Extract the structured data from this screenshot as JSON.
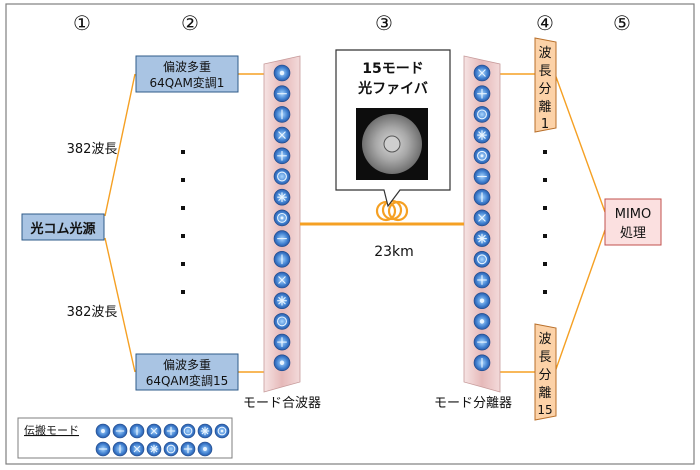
{
  "steps": [
    "①",
    "②",
    "③",
    "④",
    "⑤"
  ],
  "source": {
    "label": "光コム光源"
  },
  "wavelength_count_top": "382波長",
  "wavelength_count_bottom": "382波長",
  "modulators": [
    {
      "line1": "偏波多重",
      "line2": "64QAM変調1"
    },
    {
      "line1": "偏波多重",
      "line2": "64QAM変調15"
    }
  ],
  "mux_label": "モード合波器",
  "demux_label": "モード分離器",
  "fiber": {
    "callout_line1": "15モード",
    "callout_line2": "光ファイバ",
    "length": "23km"
  },
  "wavelength_demux": [
    {
      "chars": [
        "波",
        "長",
        "分",
        "離",
        "1"
      ]
    },
    {
      "chars": [
        "波",
        "長",
        "分",
        "離",
        "15"
      ]
    }
  ],
  "mimo": {
    "line1": "MIMO",
    "line2": "処理"
  },
  "legend": {
    "label": "伝搬モード"
  },
  "colors": {
    "frame": "#7f7f7f",
    "modulator_fill": "#a9c4e3",
    "modulator_stroke": "#2f5b8a",
    "wave_demux_fill": "#fcd2a8",
    "mimo_fill": "#fbe0e0",
    "mimo_stroke": "#c0504d",
    "fiber_line": "#f5a023",
    "prism_fill": "#e9c5c5",
    "mode_fill": "#4f8fd3"
  }
}
